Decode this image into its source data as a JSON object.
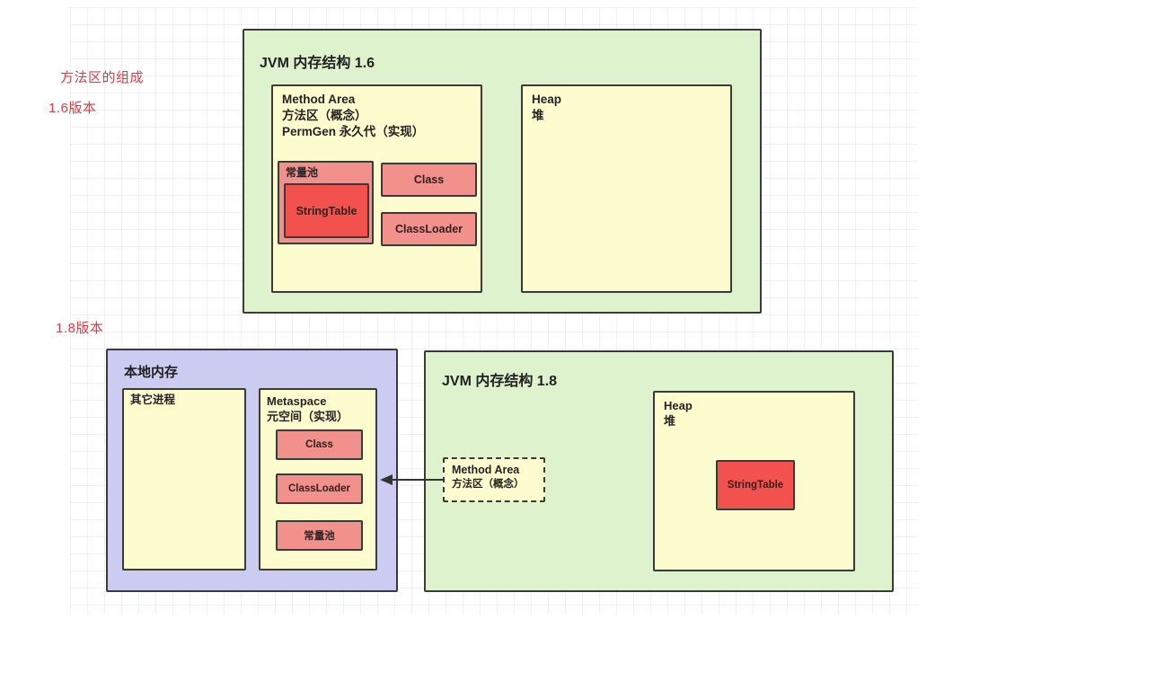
{
  "annotations": {
    "heading": "方法区的组成",
    "v16": "1.6版本",
    "v18": "1.8版本"
  },
  "colors": {
    "annotation_red": "#e53940",
    "green_fill": "#ddf2cd",
    "yellow_fill": "#fdfccf",
    "purple_fill": "#cccbf2",
    "pink_fill": "#f2908c",
    "red_fill": "#f2514d",
    "border": "#3a3a3a"
  },
  "jvm16": {
    "title": "JVM 内存结构 1.6",
    "method_area": {
      "title_en": "Method Area",
      "title_zh": "方法区（概念）",
      "impl": "PermGen 永久代（实现）",
      "constant_pool_label": "常量池",
      "string_table_label": "StringTable",
      "class_label": "Class",
      "classloader_label": "ClassLoader"
    },
    "heap": {
      "title_en": "Heap",
      "title_zh": "堆"
    }
  },
  "v18": {
    "native_memory": {
      "title": "本地内存",
      "other_process_label": "其它进程",
      "metaspace": {
        "title_en": "Metaspace",
        "title_zh": "元空间（实现）",
        "boxes": [
          "Class",
          "ClassLoader",
          "常量池"
        ]
      }
    },
    "jvm18": {
      "title": "JVM 内存结构 1.8",
      "method_area_dashed": {
        "title_en": "Method Area",
        "title_zh": "方法区（概念）"
      },
      "heap": {
        "title_en": "Heap",
        "title_zh": "堆",
        "string_table_label": "StringTable"
      }
    }
  }
}
